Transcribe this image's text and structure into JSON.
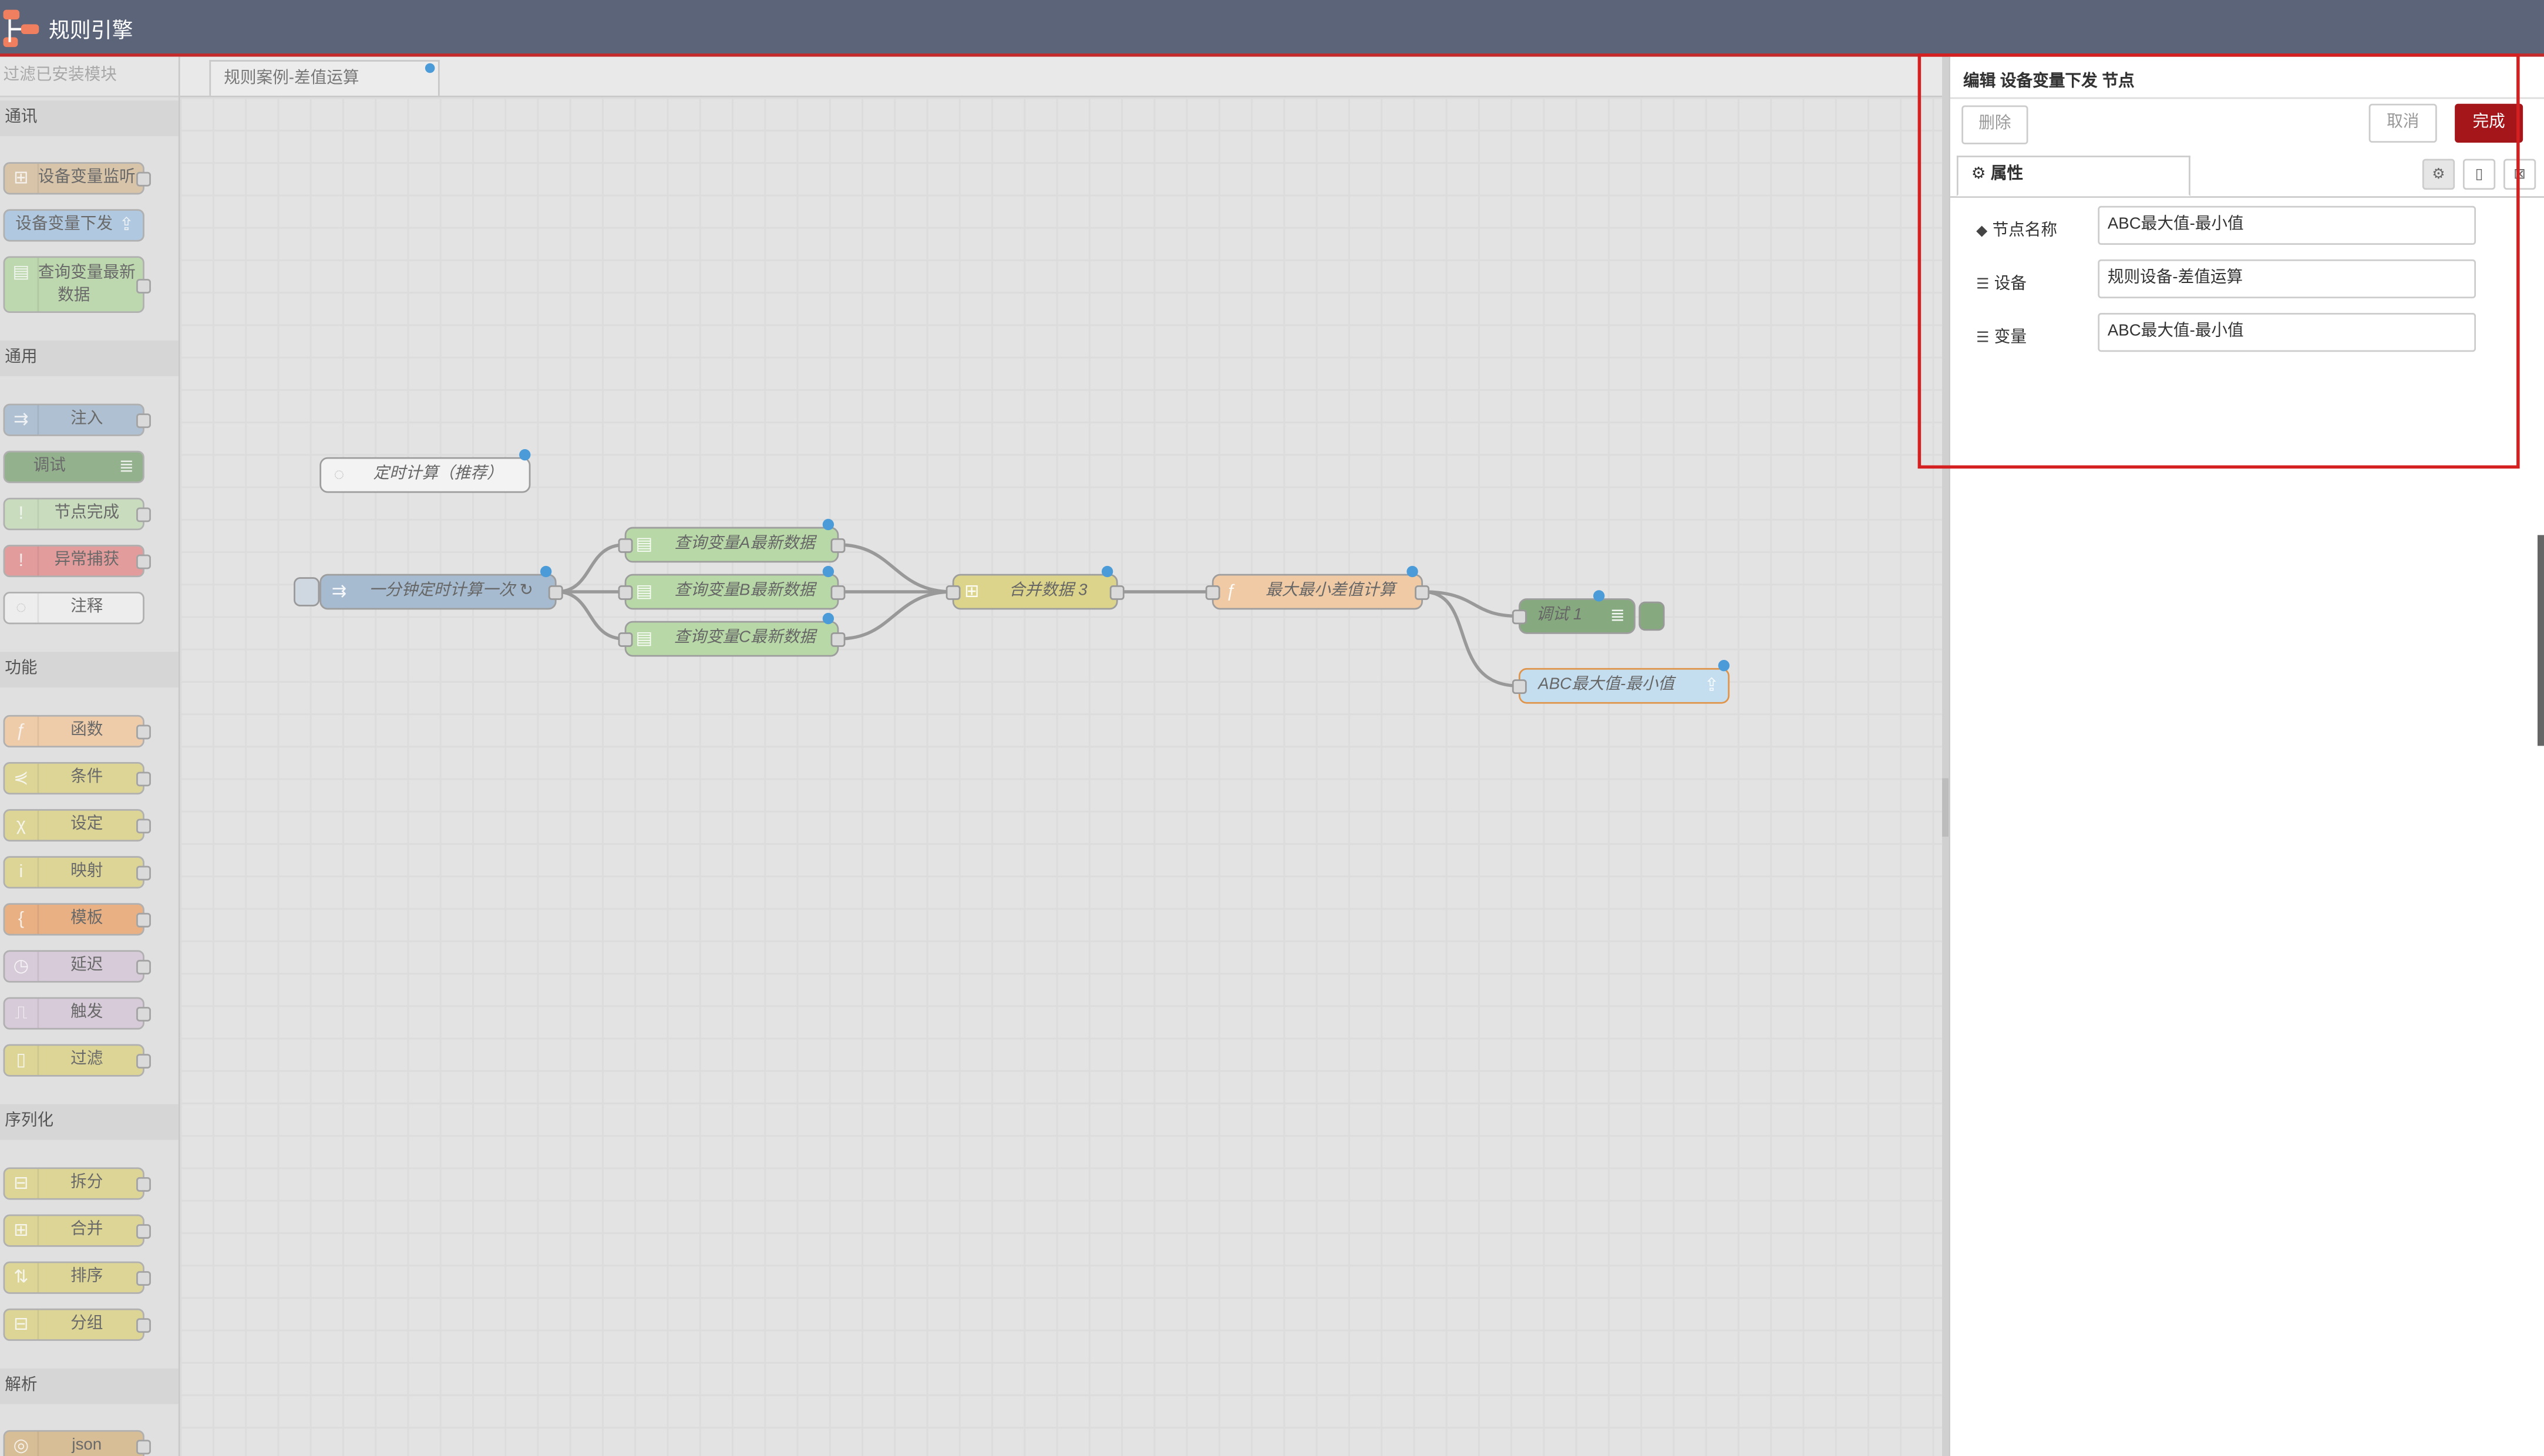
{
  "app": {
    "title": "规则引擎"
  },
  "palette": {
    "filter_placeholder": "过滤已安装模块",
    "categories": [
      {
        "label": "通讯",
        "nodes": [
          "设备变量监听",
          "设备变量下发",
          "查询变量最新数据"
        ]
      },
      {
        "label": "通用",
        "nodes": [
          "注入",
          "调试",
          "节点完成",
          "异常捕获",
          "注释"
        ]
      },
      {
        "label": "功能",
        "nodes": [
          "函数",
          "条件",
          "设定",
          "映射",
          "模板",
          "延迟",
          "触发",
          "过滤"
        ]
      },
      {
        "label": "序列化",
        "nodes": [
          "拆分",
          "合并",
          "排序",
          "分组"
        ]
      },
      {
        "label": "解析",
        "nodes": [
          "json"
        ]
      }
    ]
  },
  "workspace": {
    "tab_label": "规则案例-差值运算",
    "nodes": {
      "comment": "定时计算（推荐）",
      "inject": "一分钟定时计算一次 ↻",
      "queryA": "查询变量A最新数据",
      "queryB": "查询变量B最新数据",
      "queryC": "查询变量C最新数据",
      "join": "合并数据 3",
      "func": "最大最小差值计算",
      "debug": "调试 1",
      "out": "ABC最大值-最小值"
    }
  },
  "editor": {
    "title": "编辑 设备变量下发 节点",
    "delete_label": "删除",
    "cancel_label": "取消",
    "done_label": "完成",
    "tab_properties": "属性",
    "fields": [
      {
        "label": "节点名称",
        "icon": "tag-icon",
        "value": "ABC最大值-最小值"
      },
      {
        "label": "设备",
        "icon": "list-icon",
        "value": "规则设备-差值运算"
      },
      {
        "label": "变量",
        "icon": "list-icon",
        "value": "ABC最大值-最小值"
      }
    ]
  },
  "colors": {
    "header": "#5b6478",
    "primary": "#a4161a",
    "highlight": "#d42020",
    "node_comm": "#c5a8a4",
    "node_inject": "#a6bbcf",
    "node_debug": "#87a980",
    "node_complete": "#c0deed",
    "node_catch": "#e49191",
    "node_function": "#fdd0a2",
    "node_switch": "#e2d96e",
    "node_template": "#f2b57e",
    "node_delay": "#d8bfd8",
    "node_query": "#a3d68b",
    "node_output": "#bfe0f5"
  }
}
